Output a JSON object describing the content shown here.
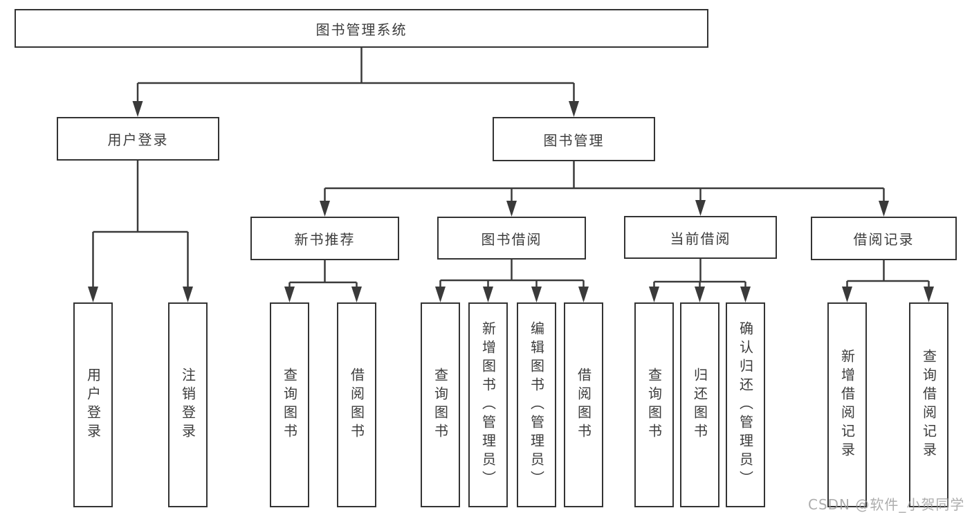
{
  "diagram": {
    "nodes": {
      "root": "图书管理系统",
      "user_login": "用户登录",
      "book_management": "图书管理",
      "new_book_recommend": "新书推荐",
      "book_borrowing": "图书借阅",
      "current_borrowing": "当前借阅",
      "borrowing_records": "借阅记录",
      "leaf_user_login": "用户登录",
      "leaf_logout": "注销登录",
      "leaf_query_books_rec": "查询图书",
      "leaf_borrow_books_rec": "借阅图书",
      "leaf_query_books_borrow": "查询图书",
      "leaf_add_books_admin": "新增图书（管理员）",
      "leaf_edit_books_admin": "编辑图书（管理员）",
      "leaf_borrow_books_borrow": "借阅图书",
      "leaf_query_books_current": "查询图书",
      "leaf_return_books": "归还图书",
      "leaf_confirm_return_admin": "确认归还（管理员）",
      "leaf_add_borrow_record": "新增借阅记录",
      "leaf_query_borrow_record": "查询借阅记录"
    },
    "colors": {
      "line": "#3a3a3a",
      "box_border": "#333333",
      "text": "#3c3c3c",
      "background": "#ffffff",
      "watermark_text_color": "#989898"
    }
  },
  "watermark": "CSDN @软件_小贺同学"
}
